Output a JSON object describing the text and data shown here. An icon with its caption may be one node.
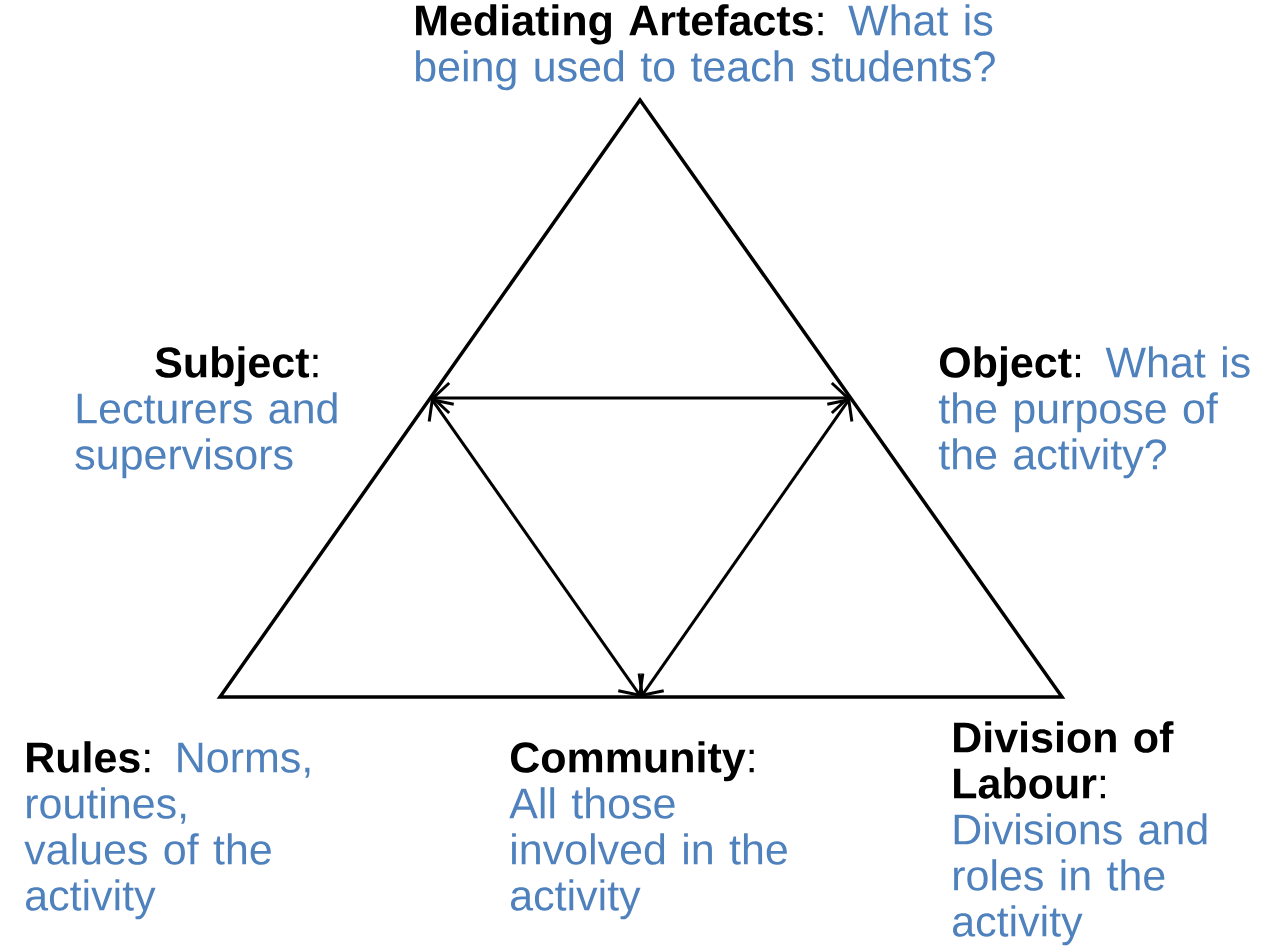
{
  "diagram": {
    "nodes": [
      {
        "text": [
          "**Mediating Artefacts**:",
          "What is being used to teach students?"
        ]
      },
      {
        "text": [
          "**Subject**:",
          "Lecturers and supervisors"
        ]
      },
      {
        "text": [
          "**Object**:",
          "What is the purpose of the activity?"
        ]
      },
      {
        "text": [
          "**Rules**:",
          "Norms, routines, values of the activity"
        ]
      },
      {
        "text": [
          "**Community**:",
          "All those involved in the activity"
        ]
      },
      {
        "text": [
          "**Division of Labour**:",
          "Divisions and roles in the activity"
        ]
      }
    ],
    "edges": [
      {
        "from": 1,
        "to": 2,
        "arrow": "both"
      },
      {
        "from": 1,
        "to": 4,
        "arrow": "both"
      },
      {
        "from": 2,
        "to": 4,
        "arrow": "both"
      }
    ]
  }
}
